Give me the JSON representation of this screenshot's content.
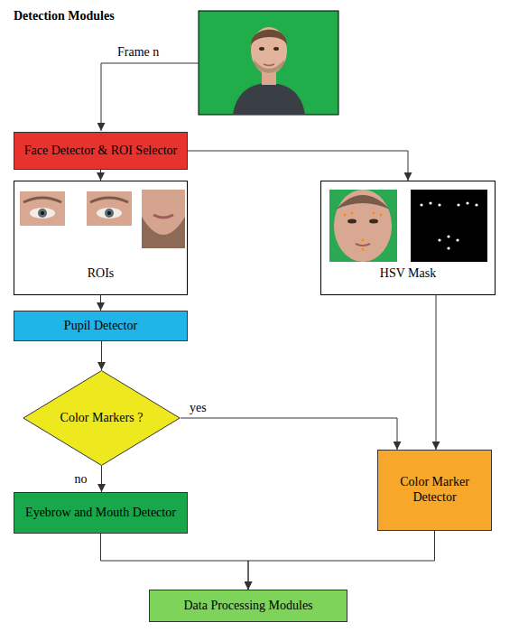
{
  "diagram": {
    "title": "Detection Modules",
    "nodes": [
      {
        "text": [
          "Face Detector & ROI Selector"
        ]
      },
      {
        "text": [
          "ROIs"
        ]
      },
      {
        "text": [
          "HSV Mask"
        ]
      },
      {
        "text": [
          "Pupil Detector"
        ]
      },
      {
        "text": [
          "Color Markers ?"
        ]
      },
      {
        "text": [
          "Eyebrow and Mouth Detector"
        ]
      },
      {
        "text": [
          "Color Marker Detector"
        ]
      },
      {
        "text": [
          "Data Processing Modules"
        ]
      }
    ],
    "edges": [
      {
        "from": 0,
        "to": 1,
        "arrow": "to"
      },
      {
        "from": 0,
        "to": 2,
        "arrow": "to"
      },
      {
        "from": 1,
        "to": 3,
        "arrow": "to"
      },
      {
        "from": 3,
        "to": 4,
        "arrow": "to"
      },
      {
        "from": 4,
        "to": 6,
        "arrow": "to",
        "label": "yes"
      },
      {
        "from": 4,
        "to": 5,
        "arrow": "to",
        "label": "no"
      },
      {
        "from": 2,
        "to": 6,
        "arrow": "to"
      },
      {
        "from": 5,
        "to": 7,
        "arrow": "to"
      },
      {
        "from": 6,
        "to": 7,
        "arrow": "to"
      }
    ],
    "labels": [
      "Frame n"
    ]
  }
}
